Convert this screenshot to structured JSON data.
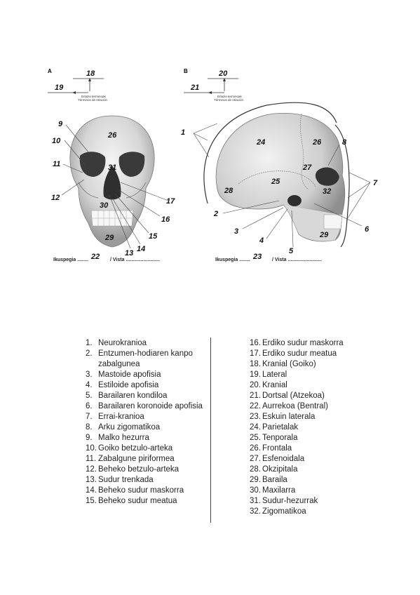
{
  "figure_a": {
    "letter": "A",
    "top_arrow": "18",
    "left_arrow": "19",
    "caption_line1": "Erlazio terminoak",
    "caption_line2": "Términos de relación",
    "view_label": "Ikuspegia ........",
    "view_number": "22",
    "view_tail": "/ Vista .........................",
    "labels": [
      "9",
      "10",
      "11",
      "12",
      "26",
      "31",
      "30",
      "29",
      "17",
      "16",
      "15",
      "14",
      "13"
    ]
  },
  "figure_b": {
    "letter": "B",
    "top_arrow": "20",
    "left_arrow": "21",
    "caption_line1": "Erlazio terminoak",
    "caption_line2": "Términos de relación",
    "view_label": "Ikuspegia ........",
    "view_number": "23",
    "view_tail": "/ Vista .........................",
    "labels": [
      "1",
      "24",
      "26",
      "8",
      "27",
      "25",
      "32",
      "28",
      "7",
      "2",
      "3",
      "4",
      "5",
      "6",
      "29"
    ]
  },
  "legend_left": [
    {
      "n": "1.",
      "t": "Neurokranioa"
    },
    {
      "n": "2.",
      "t": "Entzumen-hodiaren kanpo zabalgunea"
    },
    {
      "n": "3.",
      "t": "Mastoide apofisia"
    },
    {
      "n": "4.",
      "t": "Estiloide apofisia"
    },
    {
      "n": "5.",
      "t": "Barailaren kondiloa"
    },
    {
      "n": "6.",
      "t": "Barailaren koronoide apofisia"
    },
    {
      "n": "7.",
      "t": "Errai-kranioa"
    },
    {
      "n": "8.",
      "t": "Arku zigomatikoa"
    },
    {
      "n": "9.",
      "t": "Malko hezurra"
    },
    {
      "n": "10.",
      "t": "Goiko betzulo-arteka"
    },
    {
      "n": "11.",
      "t": "Zabalgune piriformea"
    },
    {
      "n": "12.",
      "t": "Beheko betzulo-arteka"
    },
    {
      "n": "13.",
      "t": "Sudur trenkada"
    },
    {
      "n": "14.",
      "t": "Beheko sudur maskorra"
    },
    {
      "n": "15.",
      "t": "Beheko sudur meatua"
    }
  ],
  "legend_right": [
    {
      "n": "16.",
      "t": "Erdiko sudur maskorra"
    },
    {
      "n": "17.",
      "t": "Erdiko sudur meatua"
    },
    {
      "n": "18.",
      "t": "Kranial (Goiko)"
    },
    {
      "n": "19.",
      "t": "Lateral"
    },
    {
      "n": "20.",
      "t": "Kranial"
    },
    {
      "n": "21.",
      "t": "Dortsal (Atzekoa)"
    },
    {
      "n": "22.",
      "t": "Aurrekoa (Bentral)"
    },
    {
      "n": "23.",
      "t": "Eskuin laterala"
    },
    {
      "n": "24.",
      "t": "Parietalak"
    },
    {
      "n": "25.",
      "t": "Tenporala"
    },
    {
      "n": "26.",
      "t": "Frontala"
    },
    {
      "n": "27.",
      "t": "Esfenoidala"
    },
    {
      "n": "28.",
      "t": "Okzipitala"
    },
    {
      "n": "29.",
      "t": "Baraila"
    },
    {
      "n": "30.",
      "t": "Maxilarra"
    },
    {
      "n": "31.",
      "t": "Sudur-hezurrak"
    },
    {
      "n": "32.",
      "t": "Zigomatikoa"
    }
  ]
}
